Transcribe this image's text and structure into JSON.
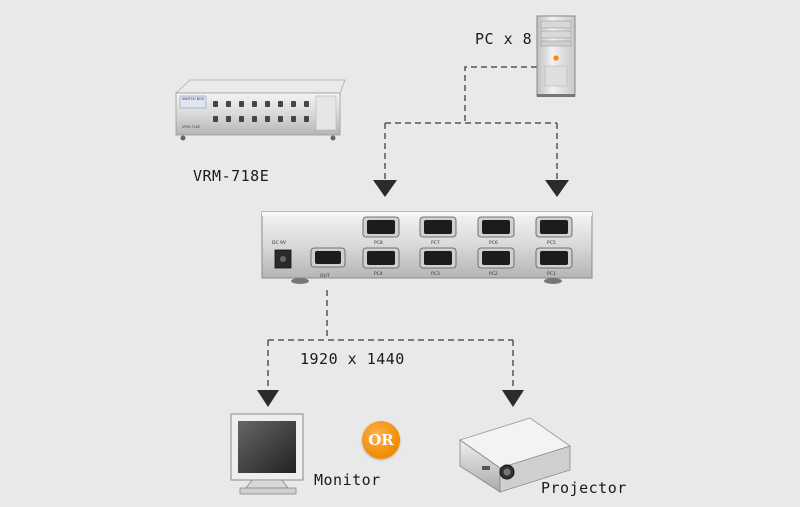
{
  "labels": {
    "pc": "PC x 8",
    "model": "VRM-718E",
    "resolution": "1920 x 1440",
    "monitor": "Monitor",
    "projector": "Projector",
    "or": "OR"
  },
  "switch_front": {
    "brand_text": "SWITCH BOX",
    "left_label": "VRM-718E"
  },
  "switch_rear": {
    "power_label": "DC 9V",
    "output_label": "OUT",
    "port_labels": [
      "PC8",
      "PC7",
      "PC6",
      "PC5",
      "PC4",
      "PC3",
      "PC2",
      "PC1"
    ]
  },
  "colors": {
    "background": "#e9e9e9",
    "dashed_line": "#555555",
    "arrow": "#333333",
    "or_badge": "#f08a00"
  }
}
